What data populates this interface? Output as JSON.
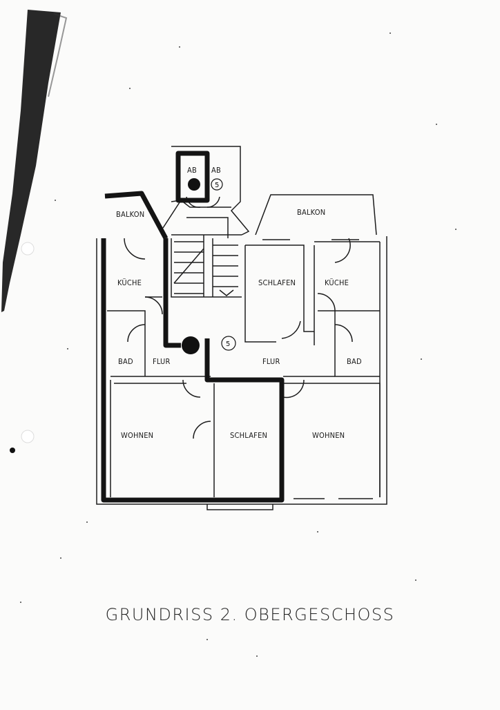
{
  "drawing": {
    "title": "GRUNDRISS 2. OBERGESCHOSS",
    "stair_number": "5",
    "rooms": {
      "balkon_left": "BALKON",
      "balkon_right": "BALKON",
      "ab_left": "AB",
      "ab_right": "AB",
      "kueche_left": "KÜCHE",
      "kueche_right": "KÜCHE",
      "schlafen_top": "SCHLAFEN",
      "bad_left": "BAD",
      "bad_right": "BAD",
      "flur_left": "FLUR",
      "flur_right": "FLUR",
      "wohnen_left": "WOHNEN",
      "schlafen_bottom": "SCHLAFEN",
      "wohnen_right": "WOHNEN"
    }
  }
}
